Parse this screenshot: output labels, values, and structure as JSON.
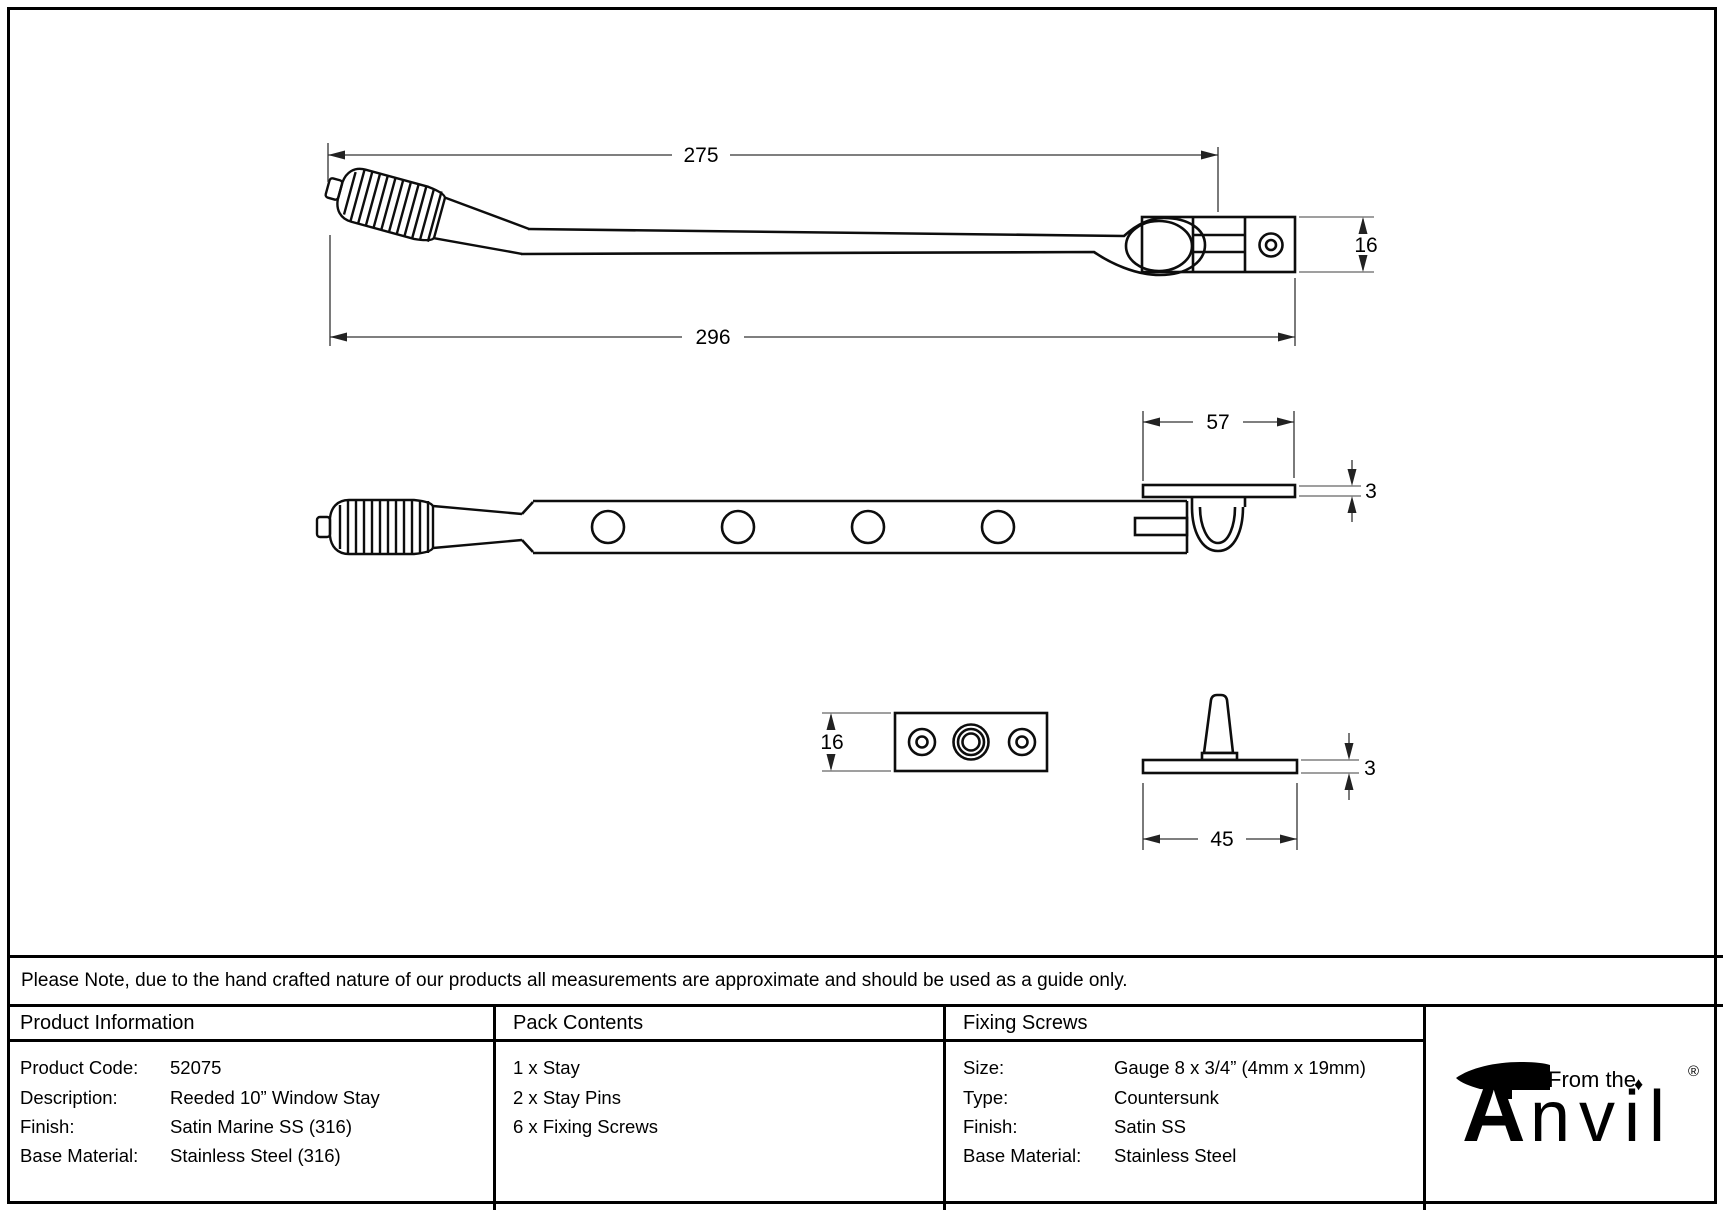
{
  "drawing": {
    "dimensions": {
      "overall_275": "275",
      "overall_296": "296",
      "bracket_height_16": "16",
      "keep_plate_length_57": "57",
      "keep_plate_thickness_3": "3",
      "pin_plate_height_16": "16",
      "pin_plate_thickness_3": "3",
      "pin_plate_length_45": "45"
    }
  },
  "note": "Please Note, due to the hand crafted nature of our products all measurements are approximate and should be used as a guide only.",
  "product_information": {
    "header": "Product Information",
    "rows": [
      {
        "label": "Product Code:",
        "value": "52075"
      },
      {
        "label": "Description:",
        "value": "Reeded 10” Window Stay"
      },
      {
        "label": "Finish:",
        "value": "Satin Marine SS (316)"
      },
      {
        "label": "Base Material:",
        "value": "Stainless Steel (316)"
      }
    ]
  },
  "pack_contents": {
    "header": "Pack Contents",
    "items": [
      "1 x Stay",
      "2 x Stay Pins",
      "6 x Fixing Screws"
    ]
  },
  "fixing_screws": {
    "header": "Fixing Screws",
    "rows": [
      {
        "label": "Size:",
        "value": "Gauge 8 x 3/4” (4mm x 19mm)"
      },
      {
        "label": "Type:",
        "value": "Countersunk"
      },
      {
        "label": "Finish:",
        "value": "Satin SS"
      },
      {
        "label": "Base Material:",
        "value": "Stainless Steel"
      }
    ]
  },
  "logo": {
    "from_the": "From the",
    "brand_initial": "A",
    "brand_rest": "nvil",
    "diamond": "♦",
    "registered": "®"
  }
}
